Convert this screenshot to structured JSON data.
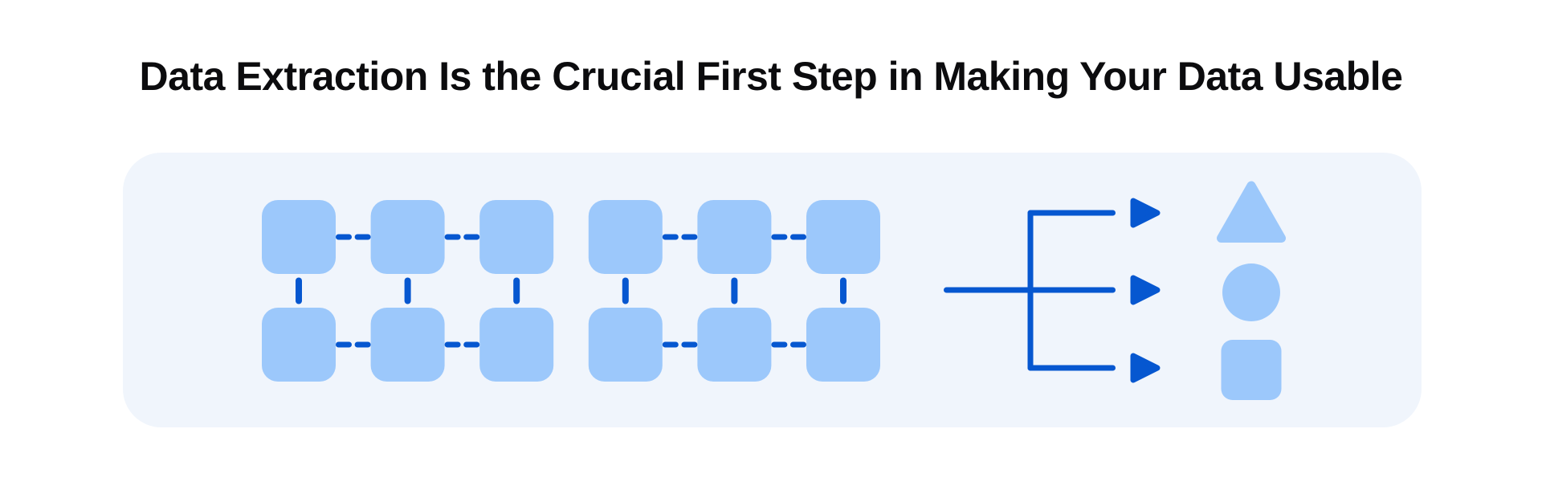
{
  "title": "Data Extraction Is the Crucial First Step in Making Your Data Usable",
  "colors": {
    "background": "#FFFFFF",
    "panel": "#F0F5FC",
    "node_fill": "#9CC8FB",
    "connector": "#0657D0",
    "title_text": "#0C0C0E"
  },
  "diagram": {
    "source_grid": {
      "rows": 2,
      "columns": 6,
      "node_shape": "rounded-square",
      "horizontal_link_style": "dashed",
      "horizontal_link_pairs": [
        [
          1,
          2
        ],
        [
          2,
          3
        ],
        [
          4,
          5
        ],
        [
          5,
          6
        ]
      ],
      "vertical_link_style": "short-solid-dash"
    },
    "fork": {
      "branches": 3,
      "arrowheads": 3
    },
    "outputs": [
      {
        "shape": "triangle"
      },
      {
        "shape": "circle"
      },
      {
        "shape": "square"
      }
    ]
  }
}
